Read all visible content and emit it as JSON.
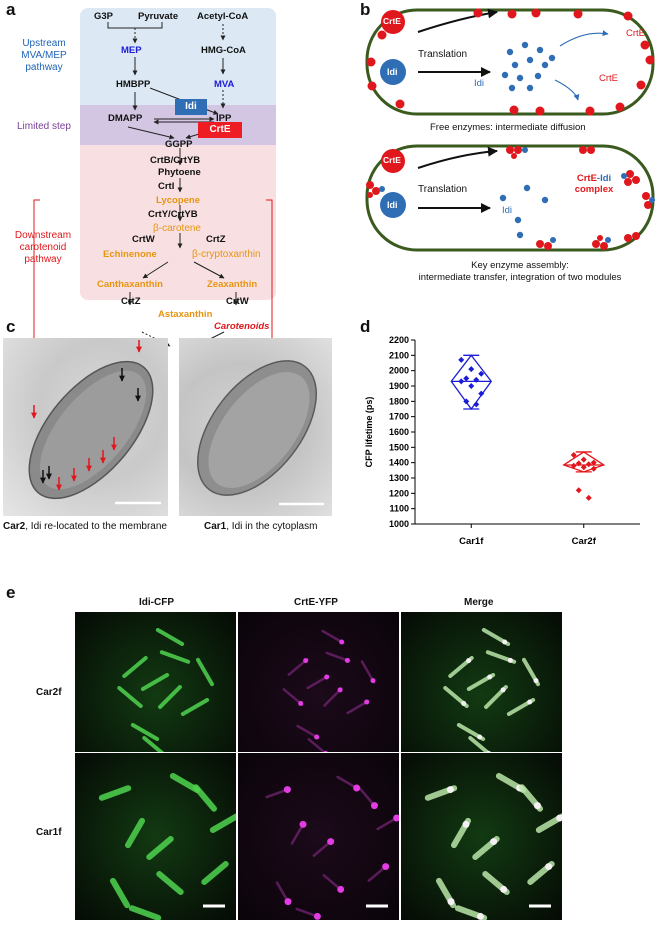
{
  "panel_labels": {
    "a": "a",
    "b": "b",
    "c": "c",
    "d": "d",
    "e": "e"
  },
  "panel_a": {
    "left_labels": {
      "upstream": [
        "Upstream",
        "MVA/MEP",
        "pathway"
      ],
      "limited": "Limited step",
      "downstream": [
        "Downstream",
        "carotenoid",
        "pathway"
      ]
    },
    "nodes": {
      "g3p": "G3P",
      "pyruvate": "Pyruvate",
      "acetyl_coa": "Acetyl-CoA",
      "mep": "MEP",
      "hmg_coa": "HMG-CoA",
      "hmbpp": "HMBPP",
      "mva": "MVA",
      "idi": "Idi",
      "dmapp": "DMAPP",
      "ipp": "IPP",
      "crte": "CrtE",
      "ggpp": "GGPP",
      "crtb": "CrtB/CrtYB",
      "phytoene": "Phytoene",
      "crti": "CrtI",
      "lycopene": "Lycopene",
      "crty": "CrtY/CrtYB",
      "beta_carotene": "β-carotene",
      "crtw1": "CrtW",
      "crtz1": "CrtZ",
      "echinenone": "Echinenone",
      "beta_crypto": "β-cryptoxanthin",
      "canthaxanthin": "Canthaxanthin",
      "zeaxanthin": "Zeaxanthin",
      "crtz2": "CrtZ",
      "crtw2": "CrtW",
      "astaxanthin": "Astaxanthin",
      "carotenoids": "Carotenoids"
    },
    "colors": {
      "upstream_bg": "#dce9f5",
      "limited_bg": "#d2c6e3",
      "downstream_bg": "#f8e0e2",
      "blue_text": "#1f63b8",
      "red_text": "#e0171c",
      "orange_text": "#e69512",
      "purple_text": "#7a3f98",
      "mep_blue": "#1c1cd6",
      "idi_fill": "#2f6eb5",
      "crte_fill": "#ee1c23"
    }
  },
  "panel_b": {
    "top": {
      "crte": "CrtE",
      "idi": "Idi",
      "translation": "Translation",
      "idi_label": "Idi",
      "crte_label1": "CrtE",
      "crte_label2": "CrtE",
      "caption": "Free enzymes: intermediate diffusion"
    },
    "bottom": {
      "crte": "CrtE",
      "idi": "Idi",
      "translation": "Translation",
      "idi_label": "Idi",
      "complex_line1_a": "CrtE",
      "complex_line1_b": "-Idi",
      "complex_line2": "complex",
      "caption1": "Key enzyme assembly:",
      "caption2": "intermediate  transfer, integration of two modules"
    },
    "colors": {
      "cell_border": "#3a5a1e",
      "red": "#e0171c",
      "blue": "#2f6eb5"
    }
  },
  "panel_c": {
    "left_caption_bold": "Car2",
    "left_caption_rest": ", Idi re-located to the membrane",
    "right_caption_bold": "Car1",
    "right_caption_rest": ", Idi in the cytoplasm"
  },
  "panel_d": {
    "chart_data": {
      "type": "scatter",
      "ylabel": "CFP lifetime (ps)",
      "categories": [
        "Car1f",
        "Car2f"
      ],
      "ylim": [
        1000,
        2200
      ],
      "yticks": [
        1000,
        1100,
        1200,
        1300,
        1400,
        1500,
        1600,
        1700,
        1800,
        1900,
        2000,
        2100,
        2200
      ],
      "series": [
        {
          "category": "Car1f",
          "color": "#1c1cd6",
          "values": [
            2070,
            2010,
            1980,
            1950,
            1940,
            1930,
            1900,
            1850,
            1800,
            1780
          ],
          "mean": 1930,
          "range": [
            1750,
            2100
          ]
        },
        {
          "category": "Car2f",
          "color": "#e0171c",
          "values": [
            1450,
            1420,
            1400,
            1395,
            1390,
            1380,
            1370,
            1360,
            1220,
            1170
          ],
          "mean": 1385,
          "range": [
            1340,
            1470
          ]
        }
      ]
    }
  },
  "panel_e": {
    "column_headers": [
      "Idi-CFP",
      "CrtE-YFP",
      "Merge"
    ],
    "row_labels": [
      "Car2f",
      "Car1f"
    ]
  }
}
